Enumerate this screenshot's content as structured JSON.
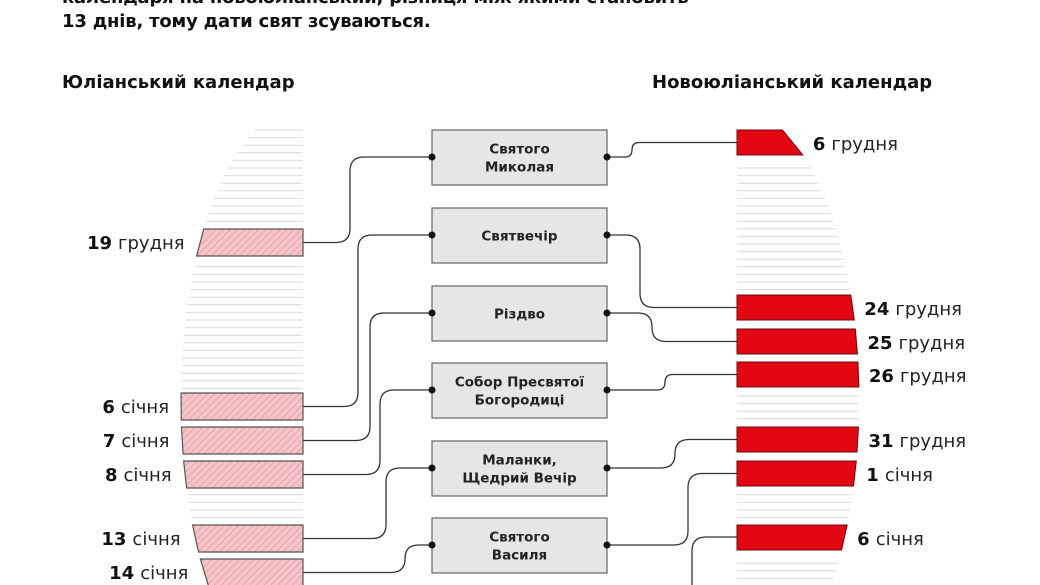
{
  "intro": {
    "line1": "календаря на новоюліанський, різниця між якими становить",
    "line2": "13 днів, тому дати свят зсуваються."
  },
  "columns": {
    "left_title": "Юліанський календар",
    "right_title": "Новоюліанський календар"
  },
  "colors": {
    "new_calendar": "#e30613",
    "old_calendar": "#f6c3c6",
    "box": "#e6e6e6",
    "stripe": "#d9d9d9"
  },
  "holidays": [
    {
      "label_lines": [
        "Святого",
        "Миколая"
      ],
      "julian": 0,
      "new_julian": 0
    },
    {
      "label_lines": [
        "Святвечір"
      ],
      "julian": 1,
      "new_julian": 1
    },
    {
      "label_lines": [
        "Різдво"
      ],
      "julian": 2,
      "new_julian": 2
    },
    {
      "label_lines": [
        "Собор Пресвятої",
        "Богородиці"
      ],
      "julian": 3,
      "new_julian": 3
    },
    {
      "label_lines": [
        "Маланки,",
        "Щедрий Вечір"
      ],
      "julian": 4,
      "new_julian": 4
    },
    {
      "label_lines": [
        "Святого",
        "Василя"
      ],
      "julian": 5,
      "new_julian": 5
    }
  ],
  "julian_dates": [
    {
      "day": "19",
      "month": "грудня"
    },
    {
      "day": "6",
      "month": "січня"
    },
    {
      "day": "7",
      "month": "січня"
    },
    {
      "day": "8",
      "month": "січня"
    },
    {
      "day": "13",
      "month": "січня"
    },
    {
      "day": "14",
      "month": "січня"
    }
  ],
  "new_julian_dates": [
    {
      "day": "6",
      "month": "грудня"
    },
    {
      "day": "24",
      "month": "грудня"
    },
    {
      "day": "25",
      "month": "грудня"
    },
    {
      "day": "26",
      "month": "грудня"
    },
    {
      "day": "31",
      "month": "грудня"
    },
    {
      "day": "1",
      "month": "січня"
    },
    {
      "day": "6",
      "month": "січня"
    }
  ]
}
